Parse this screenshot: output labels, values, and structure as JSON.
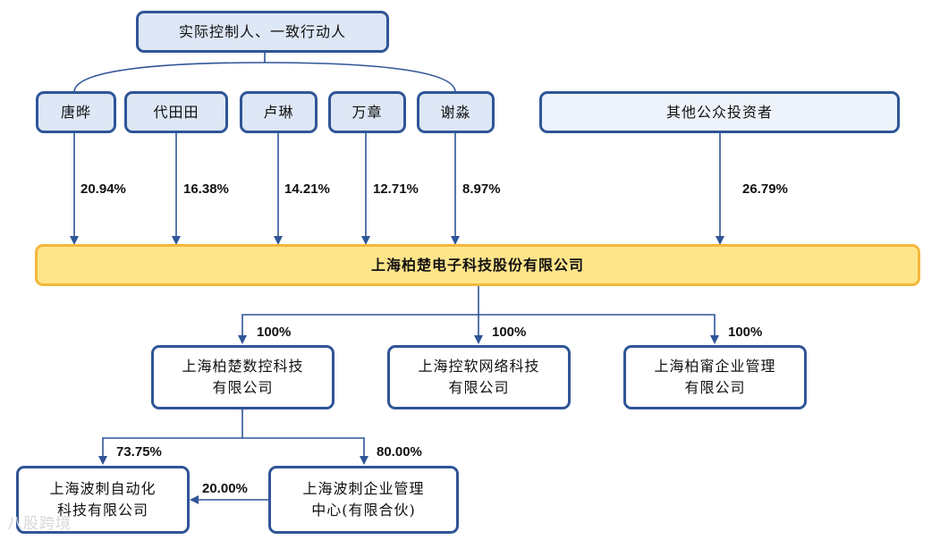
{
  "controller_group": "实际控制人、一致行动人",
  "holders": [
    {
      "name": "唐晔",
      "pct": "20.94%"
    },
    {
      "name": "代田田",
      "pct": "16.38%"
    },
    {
      "name": "卢琳",
      "pct": "14.21%"
    },
    {
      "name": "万章",
      "pct": "12.71%"
    },
    {
      "name": "谢淼",
      "pct": "8.97%"
    }
  ],
  "public": {
    "name": "其他公众投资者",
    "pct": "26.79%"
  },
  "company": "上海柏楚电子科技股份有限公司",
  "subsidiaries": [
    {
      "line1": "上海柏楚数控科技",
      "line2": "有限公司",
      "pct": "100%"
    },
    {
      "line1": "上海控软网络科技",
      "line2": "有限公司",
      "pct": "100%"
    },
    {
      "line1": "上海柏甯企业管理",
      "line2": "有限公司",
      "pct": "100%"
    }
  ],
  "sub_subs": [
    {
      "line1": "上海波刺自动化",
      "line2": "科技有限公司",
      "pct": "73.75%"
    },
    {
      "line1": "上海波刺企业管理",
      "line2": "中心(有限合伙)",
      "pct": "80.00%"
    }
  ],
  "cross_pct": "20.00%",
  "watermark": "八股跨境"
}
